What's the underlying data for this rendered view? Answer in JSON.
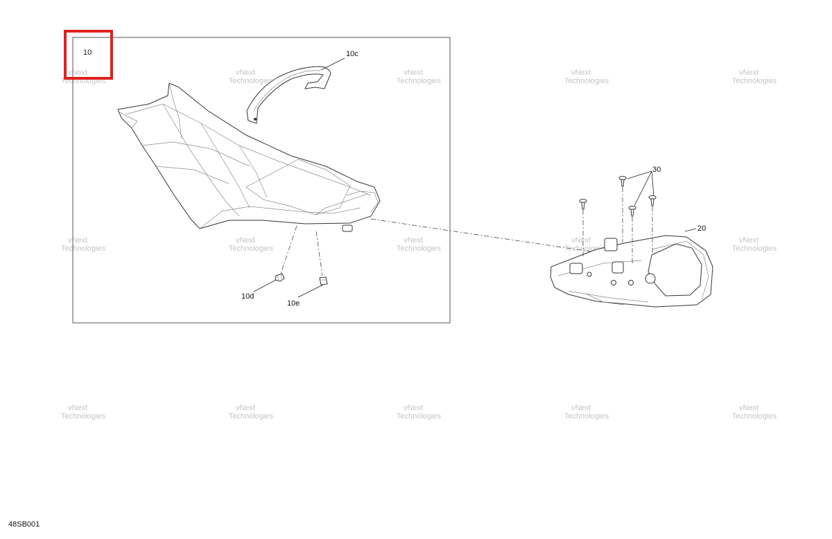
{
  "diagram": {
    "callouts": {
      "seat_assembly": "10",
      "strap": "10c",
      "clip_left": "10d",
      "clip_right": "10e",
      "grab_handle": "20",
      "screws": "30"
    },
    "drawing_code": "48SB001",
    "highlight_color": "#e02020",
    "watermark": {
      "line1": "vNext",
      "line2": "Technologies"
    }
  }
}
